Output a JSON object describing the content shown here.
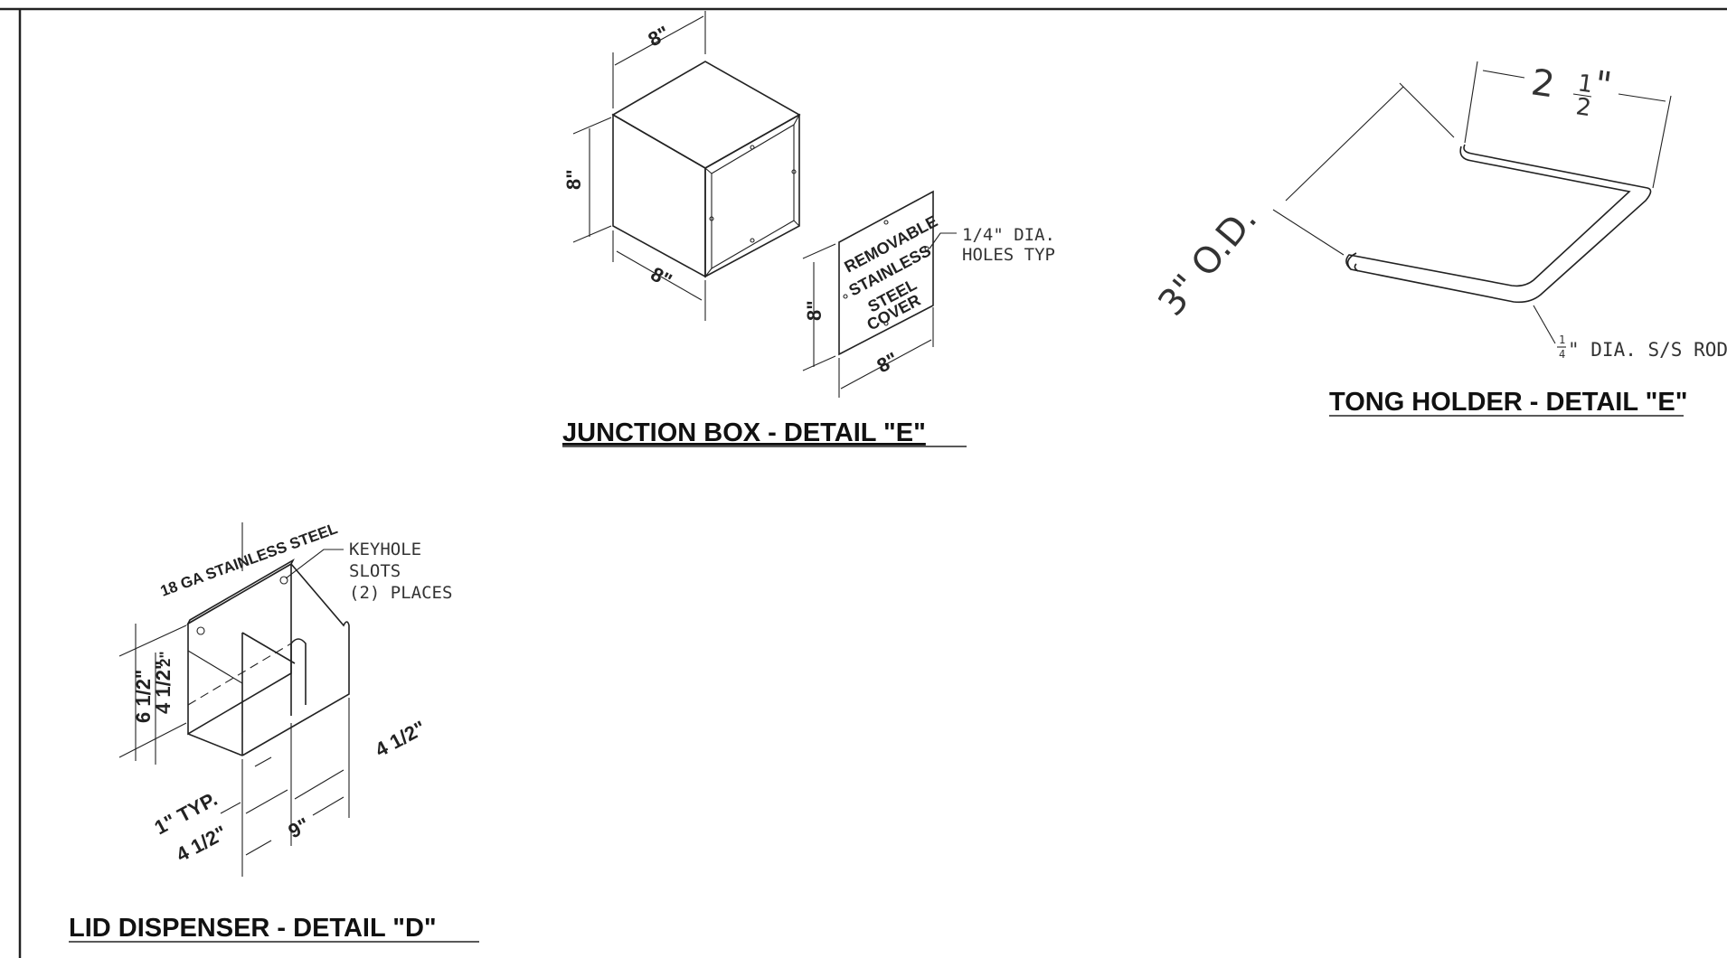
{
  "junction_box": {
    "title": "JUNCTION BOX - DETAIL \"E\"",
    "dim_top": "8\"",
    "dim_side": "8\"",
    "dim_bottom": "8\"",
    "cover_line1": "REMOVABLE",
    "cover_line2": "STAINLESS",
    "cover_line3": "STEEL",
    "cover_line4": "COVER",
    "cover_height": "8\"",
    "cover_width": "8\"",
    "holes_note_line1": "1/4\" DIA.",
    "holes_note_line2": "HOLES TYP"
  },
  "tong_holder": {
    "title": "TONG HOLDER - DETAIL \"E\"",
    "od_label": "3\" O.D.",
    "width_whole": "2",
    "width_num": "1",
    "width_den": "2",
    "width_inch": "\"",
    "rod_frac_num": "1",
    "rod_frac_den": "4",
    "rod_note": "\" DIA. S/S ROD"
  },
  "lid_dispenser": {
    "title": "LID DISPENSER - DETAIL \"D\"",
    "material_note": "18 GA STAINLESS STEEL",
    "keyhole_line1": "KEYHOLE",
    "keyhole_line2": "SLOTS",
    "keyhole_line3": "(2) PLACES",
    "dim_overall_height": "6 1/2\"",
    "dim_inner_height": "4 1/2\"",
    "dim_top": "2\"",
    "dim_depth": "4 1/2\"",
    "dim_gap": "1\" TYP.",
    "dim_section": "4 1/2\"",
    "dim_width": "9\""
  }
}
